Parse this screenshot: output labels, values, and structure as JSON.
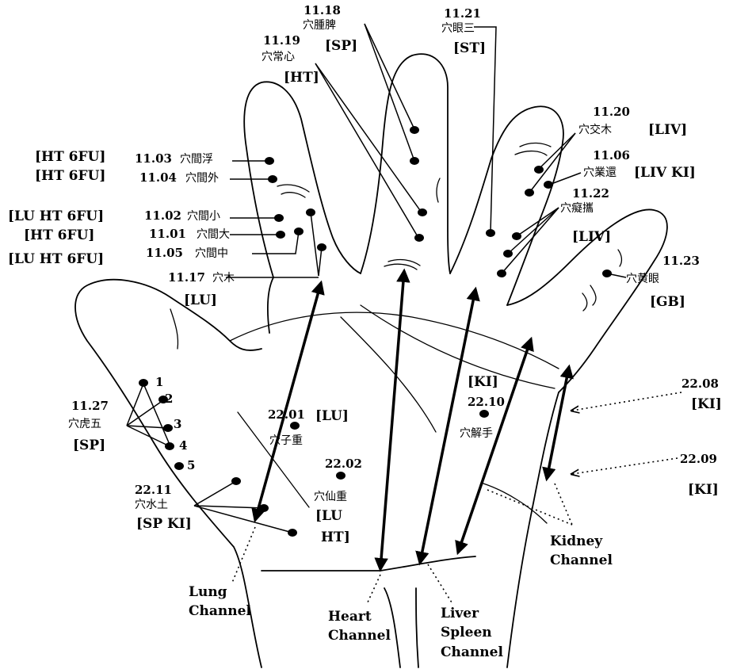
{
  "colors": {
    "ink": "#000000",
    "paper": "#ffffff"
  },
  "points": {
    "p1118": {
      "num": "11.18",
      "name": "穴腫脾",
      "tag": "[SP]"
    },
    "p1119": {
      "num": "11.19",
      "name": "穴常心",
      "tag": "[HT]"
    },
    "p1121": {
      "num": "11.21",
      "name": "穴眼三",
      "tag": "[ST]"
    },
    "p1120": {
      "num": "11.20",
      "name": "穴交木",
      "tag": "[LIV]"
    },
    "p1106": {
      "num": "11.06",
      "name": "穴業還",
      "tag": "[LIV KI]"
    },
    "p1122": {
      "num": "11.22",
      "name": "穴癡攜",
      "tag": "[LIV]"
    },
    "p1123": {
      "num": "11.23",
      "name": "穴黄眼",
      "tag": "[GB]"
    },
    "p1103": {
      "num": "11.03",
      "name": "穴間浮",
      "tag": "[HT 6FU]"
    },
    "p1104": {
      "num": "11.04",
      "name": "穴間外",
      "tag": "[HT 6FU]"
    },
    "p1102": {
      "num": "11.02",
      "name": "穴間小",
      "tag": "[LU HT 6FU]"
    },
    "p1101": {
      "num": "11.01",
      "name": "穴間大",
      "tag": "[HT 6FU]"
    },
    "p1105": {
      "num": "11.05",
      "name": "穴間中",
      "tag": "[LU HT 6FU]"
    },
    "p1117": {
      "num": "11.17",
      "name": "穴木",
      "tag": "[LU]"
    },
    "p1127": {
      "num": "11.27",
      "name": "穴虎五",
      "tag": "[SP]"
    },
    "p2201": {
      "num": "22.01",
      "name": "穴子重",
      "tag": "[LU]"
    },
    "p2202": {
      "num": "22.02",
      "name": "穴仙重",
      "tag1": "[LU",
      "tag2": "HT]"
    },
    "p2210": {
      "num": "22.10",
      "name": "穴解手",
      "tag": "[KI]"
    },
    "p2211": {
      "num": "22.11",
      "name": "穴水土",
      "tag": "[SP KI]"
    },
    "p2208": {
      "num": "22.08",
      "tag": "[KI]"
    },
    "p2209": {
      "num": "22.09",
      "tag": "[KI]"
    }
  },
  "thumb_numbers": [
    "1",
    "2",
    "3",
    "4",
    "5"
  ],
  "channels": {
    "lung": [
      "Lung",
      "Channel"
    ],
    "heart": [
      "Heart",
      "Channel"
    ],
    "liver_spleen": [
      "Liver",
      "Spleen",
      "Channel"
    ],
    "kidney": [
      "Kidney",
      "Channel"
    ]
  }
}
